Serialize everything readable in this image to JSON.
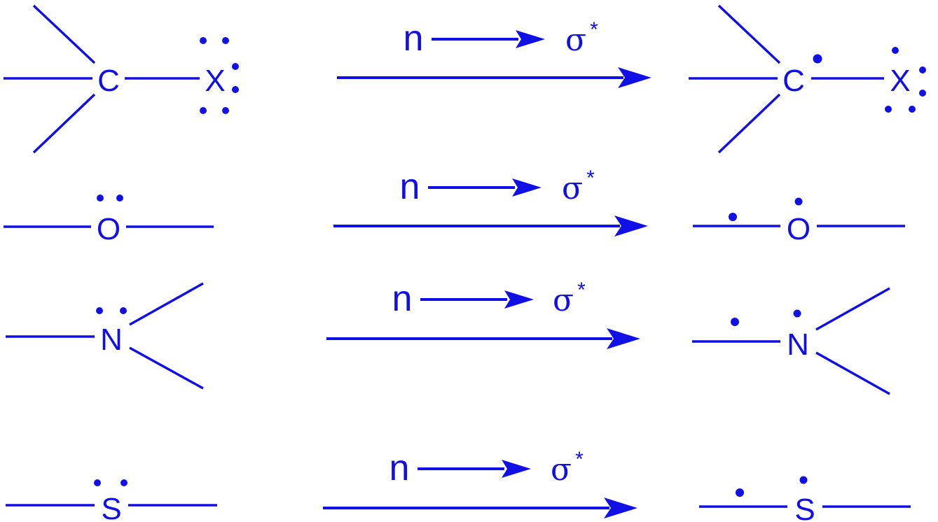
{
  "rows": [
    {
      "reactant": {
        "atom1": "C",
        "atom2": "X"
      },
      "label": {
        "from": "n",
        "to": "σ",
        "star": "*"
      },
      "product": {
        "atom1": "C",
        "atom2": "X"
      }
    },
    {
      "reactant": {
        "atom": "O"
      },
      "label": {
        "from": "n",
        "to": "σ",
        "star": "*"
      },
      "product": {
        "atom": "O"
      }
    },
    {
      "reactant": {
        "atom": "N"
      },
      "label": {
        "from": "n",
        "to": "σ",
        "star": "*"
      },
      "product": {
        "atom": "N"
      }
    },
    {
      "reactant": {
        "atom": "S"
      },
      "label": {
        "from": "n",
        "to": "σ",
        "star": "*"
      },
      "product": {
        "atom": "S"
      }
    }
  ]
}
